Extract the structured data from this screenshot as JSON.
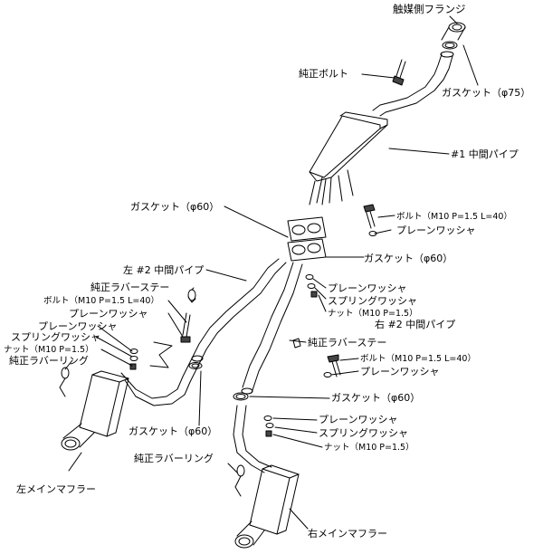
{
  "labels": {
    "catalyst_flange": "触媒側フランジ",
    "stock_bolt": "純正ボルト",
    "gasket_75": "ガスケット（φ75）",
    "center_pipe_1": "#1 中間パイプ",
    "gasket_60_upper": "ガスケット（φ60）",
    "bolt_m10_right_upper": "ボルト（M10 P=1.5 L=40）",
    "plain_washer_right_upper": "プレーンワッシャ",
    "gasket_60_right": "ガスケット（φ60）",
    "left_center_pipe_2": "左 #2 中間パイプ",
    "stock_rubber_stay_left": "純正ラバーステー",
    "bolt_m10_left": "ボルト（M10 P=1.5 L=40）",
    "plain_washer_left_1": "プレーンワッシャ",
    "plain_washer_left_2": "プレーンワッシャ",
    "spring_washer_left": "スプリングワッシャ",
    "nut_m10_left": "ナット（M10 P=1.5）",
    "stock_rubber_ring_left": "純正ラバーリング",
    "plain_washer_right_mid": "プレーンワッシャ",
    "spring_washer_right_mid": "スプリングワッシャ",
    "nut_m10_right_mid": "ナット（M10 P=1.5）",
    "right_center_pipe_2": "右 #2 中間パイプ",
    "stock_rubber_stay_right": "純正ラバーステー",
    "bolt_m10_right_lower": "ボルト（M10 P=1.5 L=40）",
    "plain_washer_right_lower": "プレーンワッシャ",
    "gasket_60_lower_right": "ガスケット（φ60）",
    "plain_washer_right_bottom": "プレーンワッシャ",
    "spring_washer_right_bottom": "スプリングワッシャ",
    "nut_m10_right_bottom": "ナット（M10 P=1.5）",
    "gasket_60_lower_left": "ガスケット（φ60）",
    "stock_rubber_ring_right": "純正ラバーリング",
    "left_main_muffler": "左メインマフラー",
    "right_main_muffler": "右メインマフラー"
  }
}
